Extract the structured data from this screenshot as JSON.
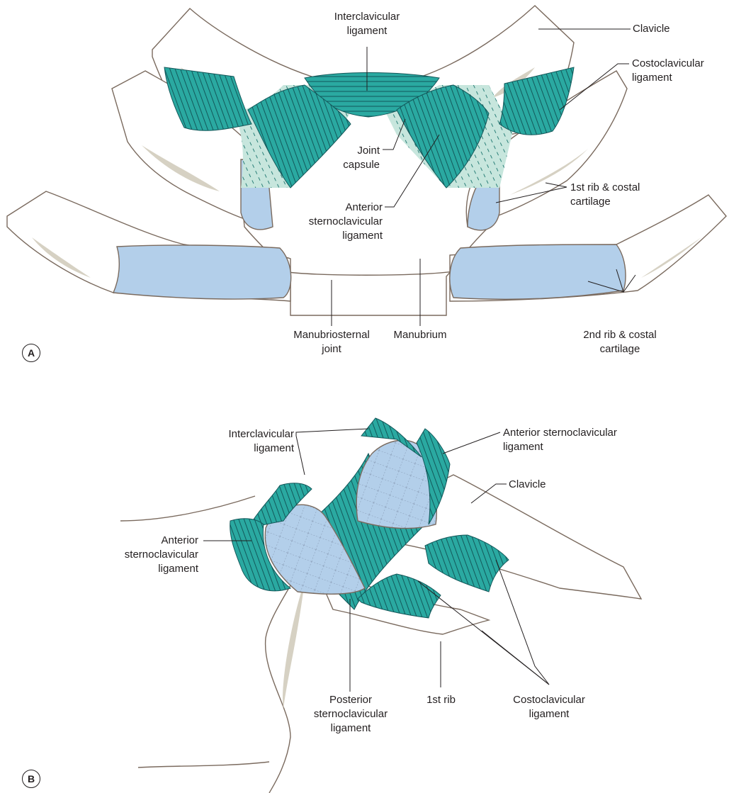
{
  "panels": [
    {
      "letter": "A"
    },
    {
      "letter": "B"
    }
  ],
  "labels_a": {
    "clavicle": "Clavicle",
    "costoclavicular": [
      "Costoclavicular",
      "ligament"
    ],
    "interclavicular": [
      "Interclavicular",
      "ligament"
    ],
    "joint_capsule": [
      "Joint",
      "capsule"
    ],
    "anterior_sc": [
      "Anterior",
      "sternoclavicular",
      "ligament"
    ],
    "first_rib": [
      "1st rib & costal",
      "cartilage"
    ],
    "manubriosternal": [
      "Manubriosternal",
      "joint"
    ],
    "manubrium": "Manubrium",
    "second_rib": [
      "2nd rib & costal",
      "cartilage"
    ]
  },
  "labels_b": {
    "interclavicular": [
      "Interclavicular",
      "ligament"
    ],
    "anterior_sc_right": [
      "Anterior sternoclavicular",
      "ligament"
    ],
    "clavicle": "Clavicle",
    "anterior_sc_left": [
      "Anterior",
      "sternoclavicular",
      "ligament"
    ],
    "posterior_sc": [
      "Posterior",
      "sternoclavicular",
      "ligament"
    ],
    "first_rib": "1st rib",
    "costoclavicular": [
      "Costoclavicular",
      "ligament"
    ]
  },
  "colors": {
    "ligament": "#2aa9a1",
    "capsule": "#c7e6dd",
    "cartilage": "#b3cfea",
    "bone_outline": "#7a6a5e",
    "marrow": "#d6d1c3",
    "line": "#231f20"
  }
}
